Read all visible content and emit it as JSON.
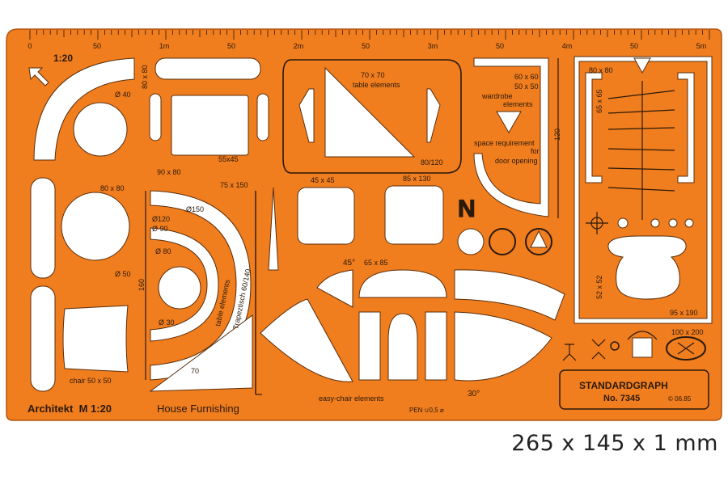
{
  "colors": {
    "plate": "#f07d1e",
    "ink": "#2a1a0a",
    "cutout": "#ffffff"
  },
  "ruler": {
    "labels": [
      "0",
      "50",
      "1m",
      "50",
      "2m",
      "50",
      "3m",
      "50",
      "4m",
      "50",
      "5m"
    ]
  },
  "scale_label": "1:20",
  "title_left": "Architekt  M 1:20",
  "title_center": "House Furnishing",
  "pen_label": "PEN ∪0,5 ⌀",
  "brand": {
    "name": "STANDARDGRAPH",
    "number": "No. 7345",
    "code": "© 06.85"
  },
  "labels": {
    "d40": "Ø 40",
    "s80x80_vert": "80 x 80",
    "s90x80": "90 x 80",
    "s55x45": "55x45",
    "s70x70": "70 x 70",
    "table_elements": "table elements",
    "s80_120": "80/120",
    "s45x45": "45 x 45",
    "s85x130": "85 x 130",
    "s60x60": "60 x 60",
    "s50x50": "50 x 50",
    "wardrobe": "wardrobe",
    "elements": "elements",
    "s120": "120",
    "space_req": "space requirement",
    "for": "for",
    "door_opening": "door opening",
    "s80x80_bed": "80 x 80",
    "s65x65": "65 x 65",
    "s52x52": "52 x 52",
    "s95x190": "95 x 190",
    "s100x200": "100 x 200",
    "s80x80_mid": "80 x 80",
    "d50": "Ø 50",
    "s160": "160",
    "d120": "Ø120",
    "d90": "Ø 90",
    "d150": "Ø150",
    "s75x150": "75 x 150",
    "d80": "Ø 80",
    "d30": "Ø 30",
    "table_elements_arc": "table elements",
    "trapez": "Trapeztisch 60/140",
    "s70": "70",
    "chair": "chair 50 x 50",
    "n_letter": "N",
    "a45": "45°",
    "s65x85": "65 x 85",
    "easy_chair": "easy-chair elements",
    "a30": "30°"
  },
  "caption": "265 x 145 x 1 mm"
}
